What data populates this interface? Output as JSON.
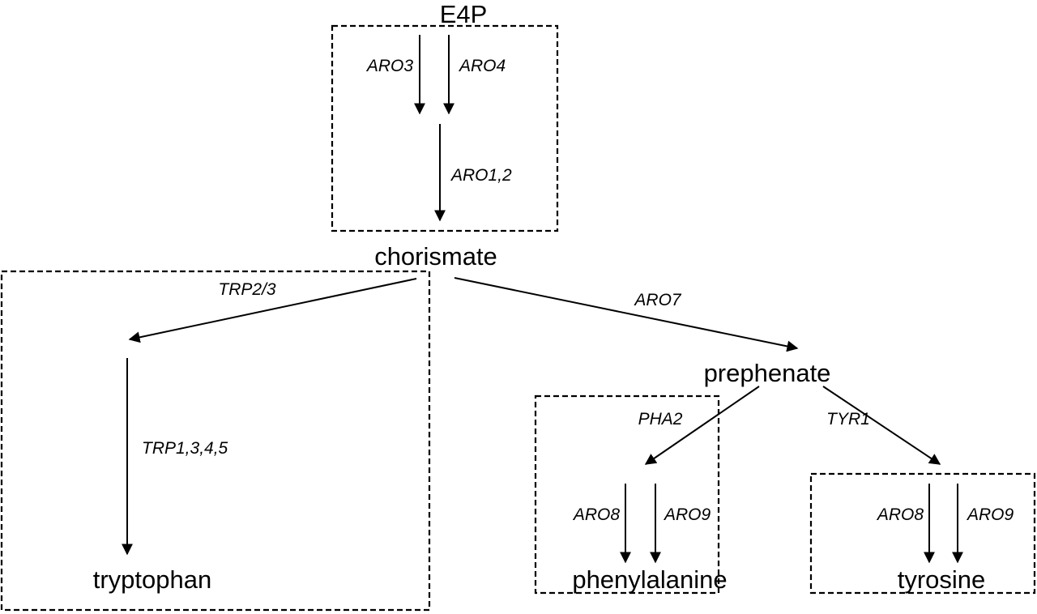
{
  "diagram": {
    "type": "metabolic-pathway",
    "nodes": {
      "e4p": "E4P",
      "chorismate": "chorismate",
      "prephenate": "prephenate",
      "tryptophan": "tryptophan",
      "phenylalanine": "phenylalanine",
      "tyrosine": "tyrosine"
    },
    "enzymes": {
      "aro3": "ARO3",
      "aro4": "ARO4",
      "aro12": "ARO1,2",
      "trp23": "TRP2/3",
      "trp1345": "TRP1,3,4,5",
      "aro7": "ARO7",
      "pha2": "PHA2",
      "tyr1": "TYR1",
      "phe_aro8": "ARO8",
      "phe_aro9": "ARO9",
      "tyr_aro8": "ARO8",
      "tyr_aro9": "ARO9"
    },
    "edges": [
      {
        "from": "E4P",
        "to": "intermediate",
        "enzyme": "ARO3"
      },
      {
        "from": "E4P",
        "to": "intermediate",
        "enzyme": "ARO4"
      },
      {
        "from": "intermediate",
        "to": "chorismate",
        "enzyme": "ARO1,2"
      },
      {
        "from": "chorismate",
        "to": "intermediate",
        "enzyme": "TRP2/3"
      },
      {
        "from": "intermediate",
        "to": "tryptophan",
        "enzyme": "TRP1,3,4,5"
      },
      {
        "from": "chorismate",
        "to": "prephenate",
        "enzyme": "ARO7"
      },
      {
        "from": "prephenate",
        "to": "intermediate",
        "enzyme": "PHA2"
      },
      {
        "from": "intermediate",
        "to": "phenylalanine",
        "enzyme": "ARO8"
      },
      {
        "from": "intermediate",
        "to": "phenylalanine",
        "enzyme": "ARO9"
      },
      {
        "from": "prephenate",
        "to": "intermediate",
        "enzyme": "TYR1"
      },
      {
        "from": "intermediate",
        "to": "tyrosine",
        "enzyme": "ARO8"
      },
      {
        "from": "intermediate",
        "to": "tyrosine",
        "enzyme": "ARO9"
      }
    ],
    "groups": [
      "shikimate-module",
      "tryptophan-module",
      "phenylalanine-module",
      "tyrosine-module"
    ]
  }
}
